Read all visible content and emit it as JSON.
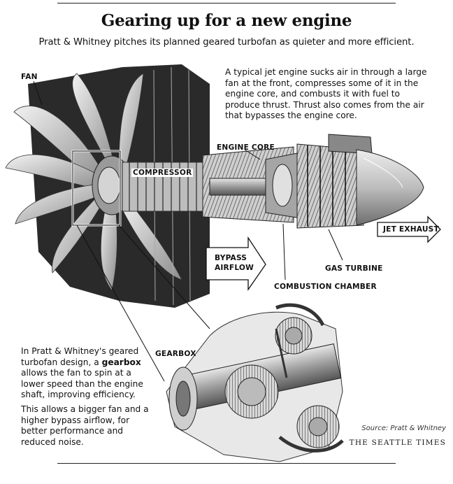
{
  "header": {
    "title": "Gearing up for a new engine",
    "subtitle": "Pratt & Whitney pitches its planned geared turbofan as quieter and more efficient."
  },
  "intro_text": "A typical jet engine sucks air in through a large fan at the front, compresses some of it in the engine core, and combusts it with fuel to produce thrust. Thrust also comes from the air that bypasses the engine core.",
  "labels": {
    "fan": "FAN",
    "compressor": "COMPRESSOR",
    "engine_core": "ENGINE CORE",
    "bypass_line1": "BYPASS",
    "bypass_line2": "AIRFLOW",
    "jet_exhaust": "JET EXHAUST",
    "gas_turbine": "GAS TURBINE",
    "combustion_chamber": "COMBUSTION CHAMBER",
    "gearbox": "GEARBOX"
  },
  "gearbox_text": {
    "p1_before": "In Pratt & Whitney's geared turbofan design, a ",
    "p1_bold": "gearbox",
    "p1_after": " allows the fan to spin at a lower speed than the engine shaft, improving efficiency.",
    "p2": "This allows a bigger fan and a higher bypass airflow, for better performance and reduced noise."
  },
  "source": "Source: Pratt & Whitney",
  "credit": "THE SEATTLE TIMES"
}
